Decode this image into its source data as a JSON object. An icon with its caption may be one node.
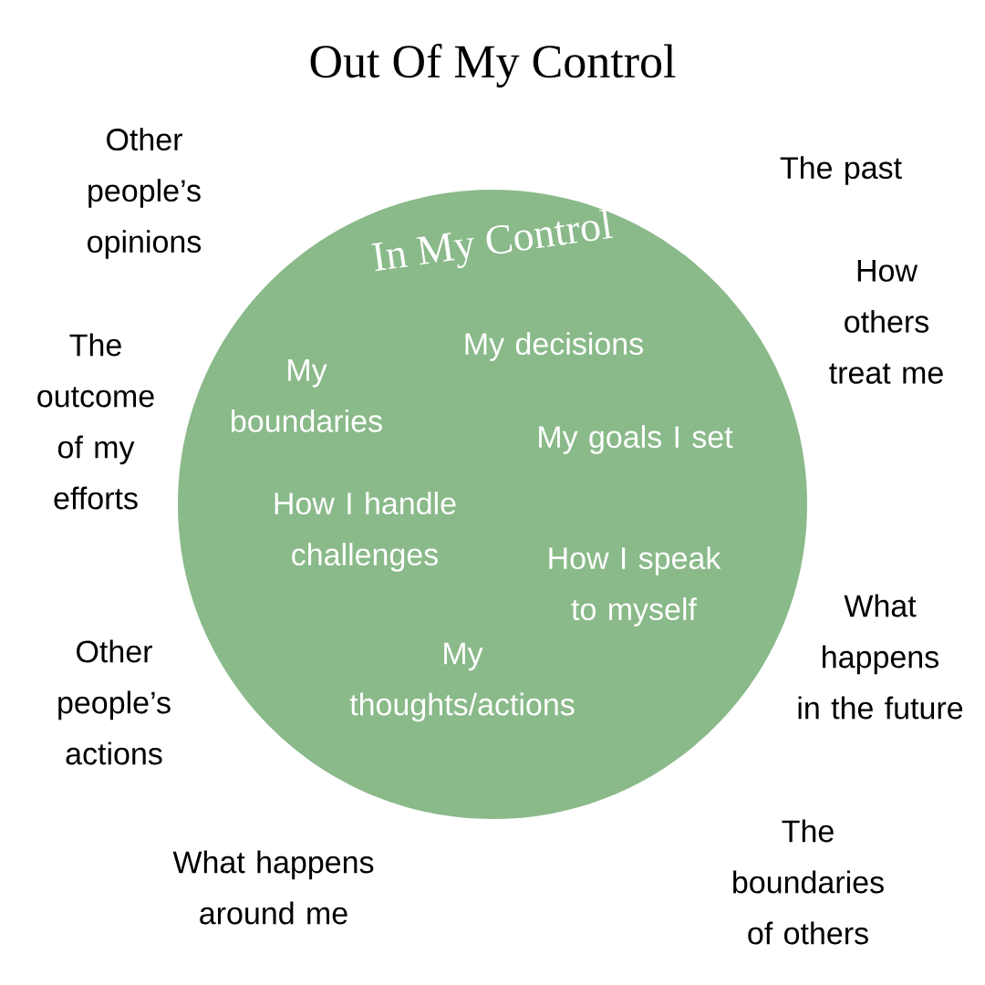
{
  "diagram": {
    "title": "Out Of My Control",
    "nodes": [
      {
        "text": [
          "In My Control",
          "My decisions",
          "My boundaries",
          "My goals I set",
          "How I handle challenges",
          "How I speak to myself",
          "My thoughts/actions"
        ]
      }
    ],
    "labels": [
      "Other people’s opinions",
      "The past",
      "How others treat me",
      "The outcome of my efforts",
      "What happens in the future",
      "Other people’s actions",
      "What happens around me",
      "The boundaries of others"
    ]
  }
}
